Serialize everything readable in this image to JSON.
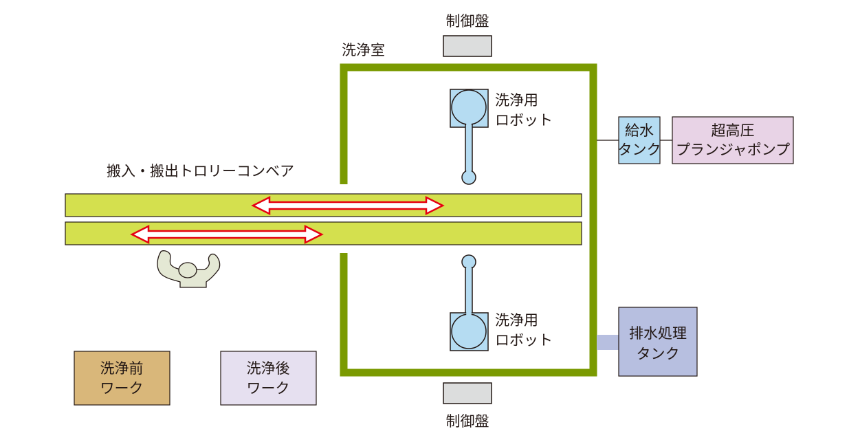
{
  "labels": {
    "control_panel_top": "制御盤",
    "control_panel_bottom": "制御盤",
    "wash_room": "洗浄室",
    "conveyor": "搬入・搬出トロリーコンベア",
    "robot_top_line1": "洗浄用",
    "robot_top_line2": "ロボット",
    "robot_bottom_line1": "洗浄用",
    "robot_bottom_line2": "ロボット",
    "water_tank_line1": "給水",
    "water_tank_line2": "タンク",
    "pump_line1": "超高圧",
    "pump_line2": "プランジャポンプ",
    "drain_tank_line1": "排水処理",
    "drain_tank_line2": "タンク",
    "pre_wash_line1": "洗浄前",
    "pre_wash_line2": "ワーク",
    "post_wash_line1": "洗浄後",
    "post_wash_line2": "ワーク"
  },
  "colors": {
    "wall": "#7a9a01",
    "conveyor": "#d4e04e",
    "conveyor_border": "#231815",
    "arrow_outline": "#e60012",
    "robot_fill": "#b5dcf2",
    "control_panel": "#dcdddd",
    "water_tank": "#b5dcf2",
    "pump": "#e8d3e6",
    "drain_tank": "#b7bfe0",
    "pre_wash": "#d9b77a",
    "post_wash": "#e6e0f0",
    "person": "#e4e8d4"
  }
}
